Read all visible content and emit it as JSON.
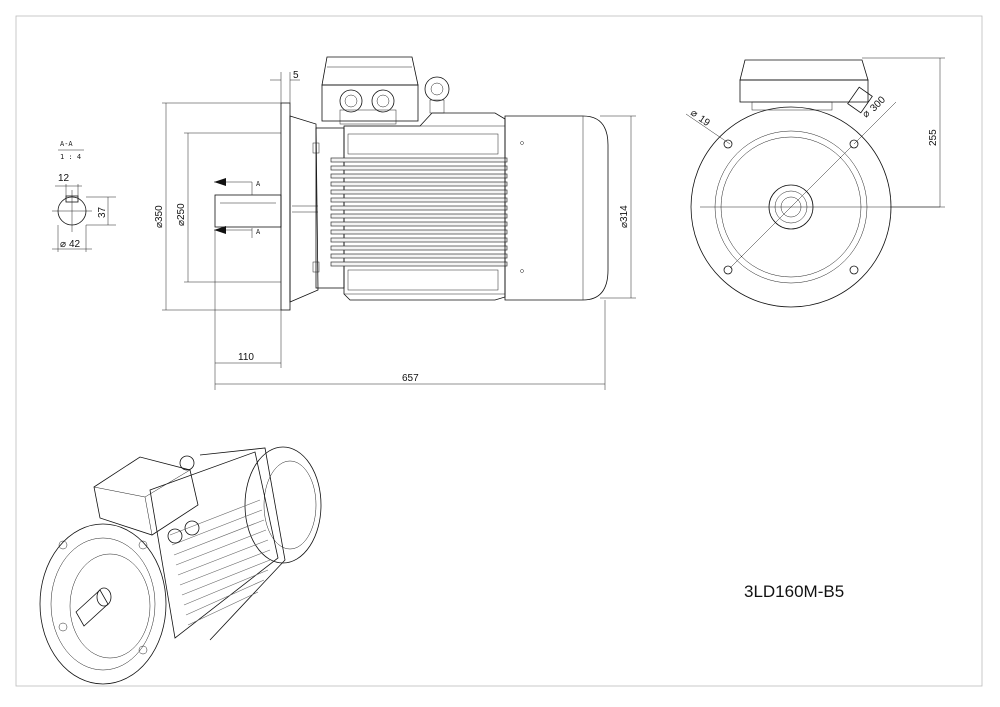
{
  "model": "3LD160M-B5",
  "section": {
    "label": "A-A",
    "scale": "1 : 4",
    "cut_mark": "A"
  },
  "shaft_section": {
    "key_width": "12",
    "key_height": "37",
    "diameter": "42"
  },
  "side_view": {
    "flange_thickness": "5",
    "flange_diameter": "350",
    "spigot_diameter": "250",
    "body_diameter": "314",
    "shaft_length": "110",
    "overall_length": "657"
  },
  "end_view": {
    "bolt_hole": "19",
    "pcd": "300",
    "height": "255"
  },
  "diameter_symbol": "⌀"
}
